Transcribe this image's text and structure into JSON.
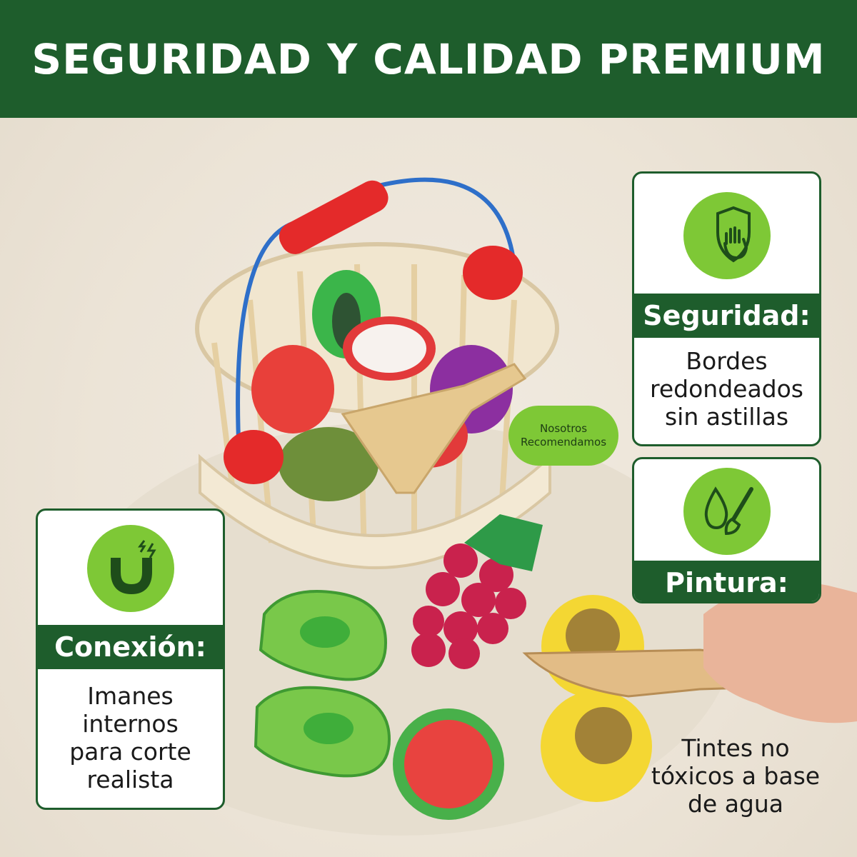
{
  "banner": {
    "title": "SEGURIDAD Y CALIDAD PREMIUM"
  },
  "badge": {
    "line1": "Nosotros",
    "line2": "Recomendamos"
  },
  "cards": {
    "seguridad": {
      "title": "Seguridad:",
      "lines": [
        "Bordes",
        "redondeados",
        "sin astillas"
      ],
      "icon": "shield-hand-icon"
    },
    "pintura": {
      "title": "Pintura:",
      "icon": "drop-brush-icon"
    },
    "conexion": {
      "title": "Conexión:",
      "lines": [
        "Imanes",
        "internos",
        "para corte",
        "realista"
      ],
      "icon": "magnet-icon"
    }
  },
  "pintura_text": {
    "lines": [
      "Tintes no",
      "tóxicos a base",
      "de agua"
    ]
  },
  "colors": {
    "brand_green": "#1e5d2c",
    "accent_green": "#7ec836",
    "background": "#ece4d7"
  }
}
